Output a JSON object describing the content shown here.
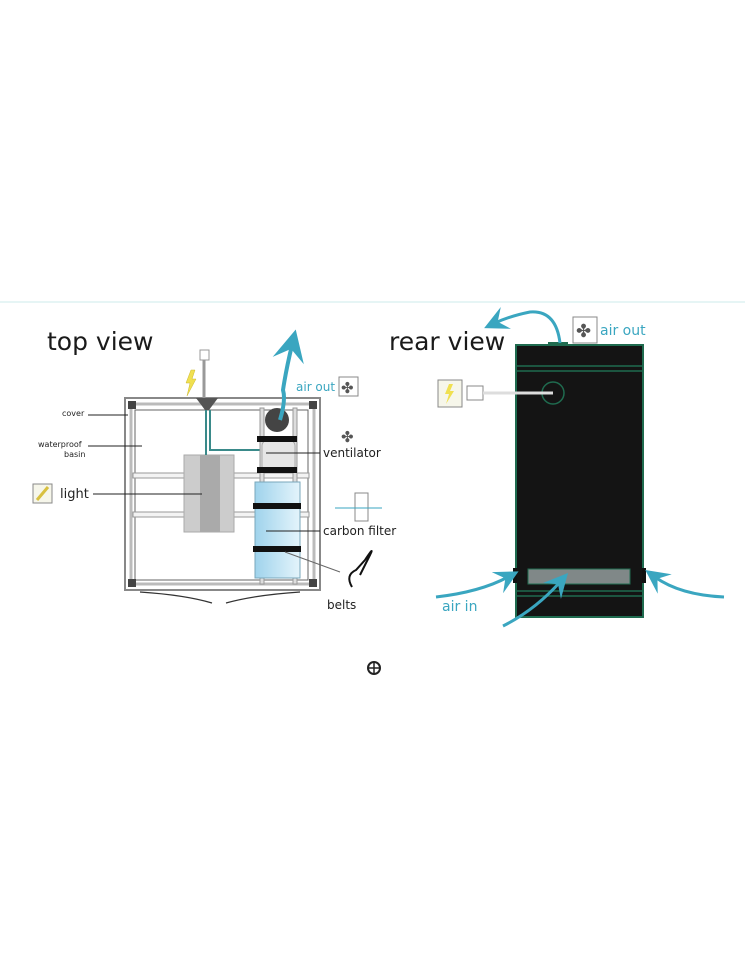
{
  "top_view": {
    "title": "top view",
    "labels": {
      "cover": "cover",
      "waterproof_basin_1": "waterproof",
      "waterproof_basin_2": "basin",
      "light": "light",
      "air_out": "air out",
      "ventilator": "ventilator",
      "carbon_filter": "carbon filter",
      "belts": "belts"
    }
  },
  "rear_view": {
    "title": "rear view",
    "labels": {
      "air_out": "air out",
      "air_in": "air in"
    }
  },
  "colors": {
    "air": "#3aa6c0",
    "tent": "#141414",
    "tent_trim": "#1f6b4f",
    "power": "#e8d83a"
  }
}
